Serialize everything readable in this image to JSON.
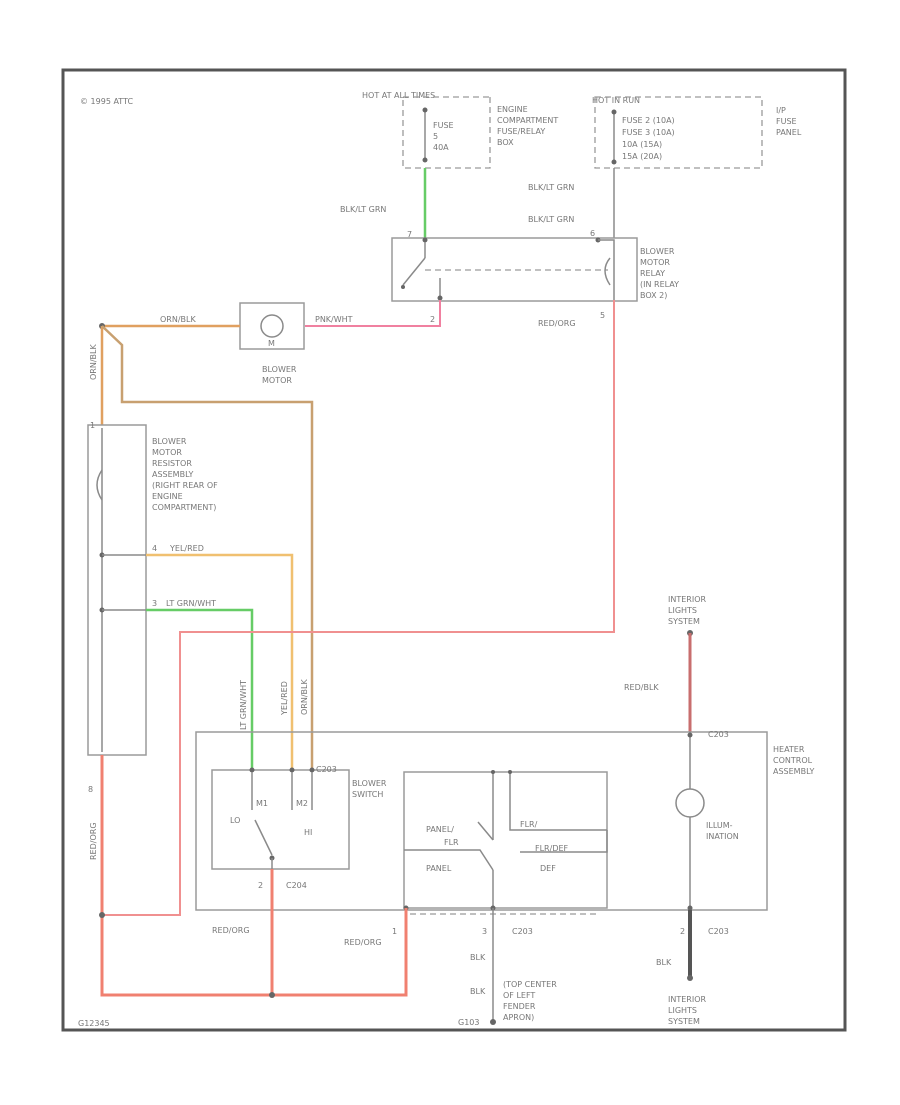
{
  "diagram": {
    "copyright": "© 1995 ATTC",
    "figure_id": "G12345",
    "labels": {
      "hot_all_times": "HOT AT ALL TIMES",
      "hot_run": "HOT IN RUN",
      "fuse_left": [
        "FUSE",
        "5",
        "40A"
      ],
      "engine_box": [
        "ENGINE",
        "COMPARTMENT",
        "FUSE/RELAY",
        "BOX"
      ],
      "fuse_right": [
        "FUSE 2    (10A)",
        "FUSE 3    (10A)",
        "10A (15A)",
        "15A (20A)"
      ],
      "ip_fuse": [
        "I/P",
        "FUSE",
        "PANEL"
      ],
      "wire_blk_lt_grn_1": "BLK/LT GRN",
      "wire_blk_lt_grn_2": "BLK/LT GRN",
      "wire_blk_lt_grn_3": "BLK/LT GRN",
      "relay": [
        "BLOWER",
        "MOTOR",
        "RELAY",
        "(IN RELAY",
        "BOX 2)"
      ],
      "wire_orn_blk": "ORN/BLK",
      "wire_pnk_wht": "PNK/WHT",
      "wire_orn_blk_v": "ORN/BLK",
      "wire_red_org_top": "RED/ORG",
      "blower_motor": [
        "BLOWER",
        "MOTOR"
      ],
      "motor_m": "M",
      "resistor": [
        "BLOWER",
        "MOTOR",
        "RESISTOR",
        "ASSEMBLY",
        "(RIGHT REAR OF",
        "ENGINE",
        "COMPARTMENT)"
      ],
      "wire_yel_red": "YEL/RED",
      "wire_lt_grn_wht": "LT GRN/WHT",
      "interior_top": [
        "INTERIOR",
        "LIGHTS",
        "SYSTEM"
      ],
      "wire_red_blk": "RED/BLK",
      "wire_v_lt_grn": "LT GRN/WHT",
      "wire_v_yel": "YEL/RED",
      "wire_v_orn": "ORN/BLK",
      "heater": [
        "HEATER",
        "CONTROL",
        "ASSEMBLY"
      ],
      "blower_switch": [
        "BLOWER",
        "SWITCH"
      ],
      "sw_lo": "LO",
      "sw_hi": "HI",
      "sw_m1": "M1",
      "sw_m2": "M2",
      "panel_floor": [
        "PANEL/",
        "FLR"
      ],
      "panel": "PANEL",
      "flr_def": "FLR/",
      "def_top": "FLR/DEF",
      "def": "DEF",
      "illum": [
        "ILLUM-",
        "INATION"
      ],
      "conn_c2": "C203",
      "conn_c2b": "C204",
      "conn_c2c": "C203",
      "conn_top": "C203",
      "wire_red_org_left": "RED/ORG",
      "wire_red_org_bot1": "RED/ORG",
      "wire_red_org_bot2": "RED/ORG",
      "wire_blk_1": "BLK",
      "wire_blk_2": "BLK",
      "wire_blk_3": "BLK",
      "ground": [
        "(TOP CENTER",
        "OF LEFT",
        "FENDER",
        "APRON)"
      ],
      "g_id": "G103",
      "interior_bottom": [
        "INTERIOR",
        "LIGHTS",
        "SYSTEM"
      ],
      "pins": [
        "2",
        "1",
        "4",
        "3",
        "5",
        "7",
        "6",
        "2",
        "3",
        "1",
        "2",
        "8"
      ]
    }
  }
}
